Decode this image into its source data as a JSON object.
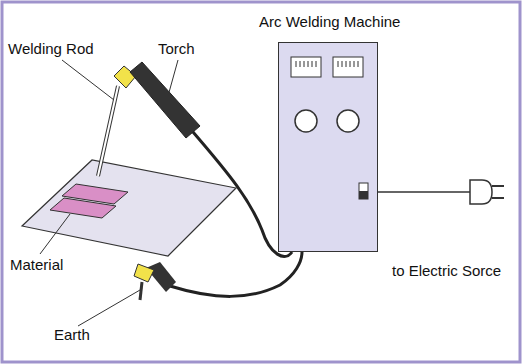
{
  "diagram": {
    "nodes": [
      {
        "text": [
          "Arc Welding Machine"
        ]
      }
    ],
    "labels": [
      "Welding Rod",
      "Torch",
      "Material",
      "Earth",
      "to Electric Sorce"
    ]
  }
}
